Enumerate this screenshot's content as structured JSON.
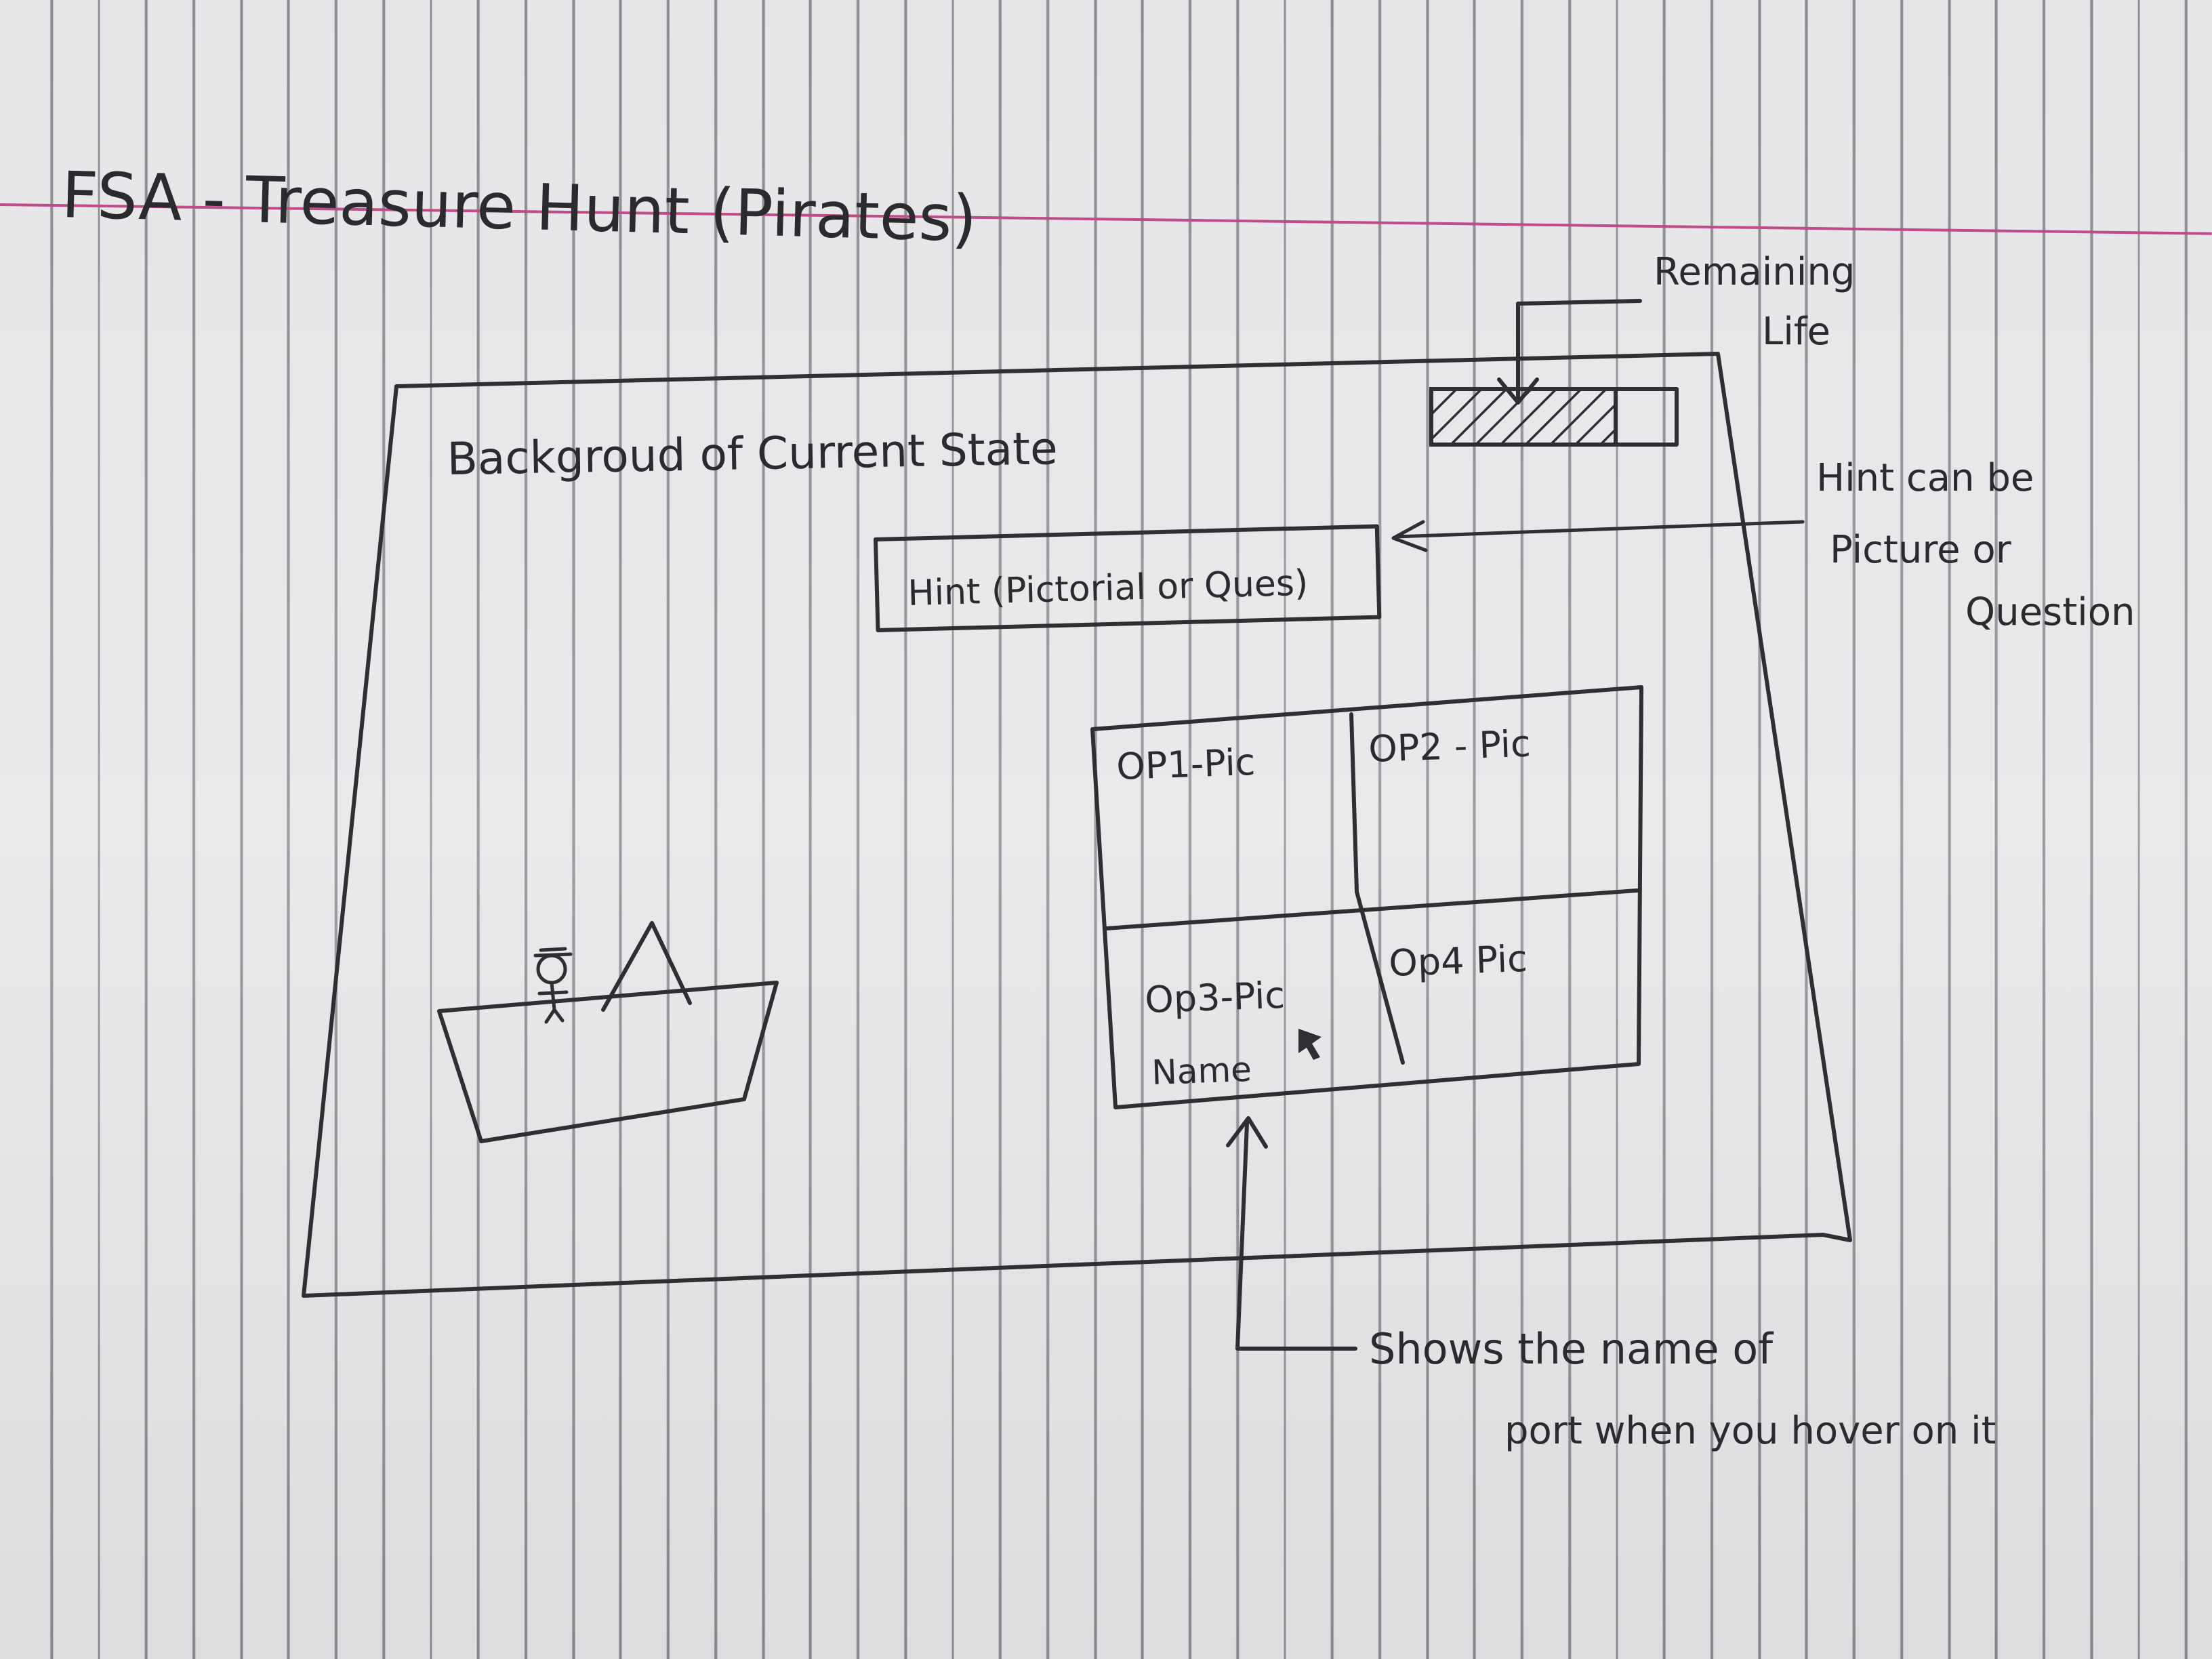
{
  "title": "FSA - Treasure Hunt (Pirates)",
  "screen": {
    "background_label": "Backgroud of Current State",
    "life_bar": {
      "fill": 0.75
    },
    "hint_box": "Hint (Pictorial or Ques)",
    "options": [
      {
        "label": "OP1-Pic"
      },
      {
        "label": "OP2 - Pic"
      },
      {
        "label": "Op3-Pic",
        "hover_name": "Name"
      },
      {
        "label": "Op4 Pic"
      }
    ]
  },
  "annotations": {
    "life": [
      "Remaining",
      "Life"
    ],
    "hint": [
      "Hint can be",
      "Picture or",
      "Question"
    ],
    "hover": [
      "Shows the name of",
      "port when you hover on it"
    ]
  },
  "colors": {
    "ink": "#2f2f33",
    "paper": "#e6e6e8",
    "rule": "#8a8c92",
    "margin": "#c04a8a"
  }
}
